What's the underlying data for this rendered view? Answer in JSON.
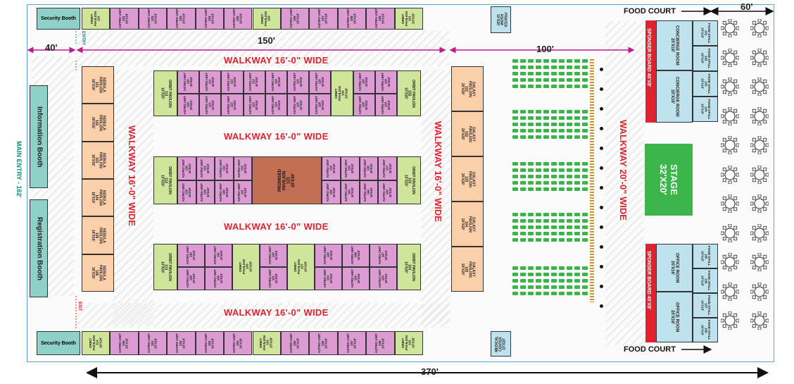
{
  "security_booth": "Security Booth",
  "information_booth": "Information Booth",
  "registration_booth": "Registration Booth",
  "main_entry": "MAIN ENTRY - 162'",
  "entry": "ENTRY",
  "exit": "EXIT",
  "prayer_room": "PRAYER\nROOM\n10'X20'",
  "medical_center": "MEDICAL\nCENTER\n10'X20'",
  "food_court": "FOOD COURT",
  "dims": {
    "d40": "40'",
    "d150": "150'",
    "d100": "100'",
    "d60": "60'",
    "d370": "370'"
  },
  "walkways": {
    "w1": "WALKWAY 16'-0\" WIDE",
    "w2": "WALKWAY 16'-0\" WIDE",
    "w3": "WALKWAY 16'-0\" WIDE",
    "w4": "WALKWAY 16'-0\" WIDE",
    "left": "WALKWAY 16'-0\" WIDE",
    "mid": "WALKWAY 16'-0\" WIDE",
    "right": "WALKWAY 20'-0\" WIDE"
  },
  "stage": "STAGE\n32'X20'",
  "sponsor_board": "SPONSER BOARD 40'X8'",
  "promised_pavilion": "PROMISED\nPAVILION\n121\n20'X30'",
  "concierge": [
    "CONCIERGE ROOM\n20'X16'",
    "CONCIERGE ROOM\n20'X16'"
  ],
  "office": [
    "OFFICE ROOM\n20'X16'",
    "OFFICE ROOM\n20'X16'"
  ],
  "food_stalls_top": [
    "FOOD STALL\n101\n10'X10'",
    "FOOD STALL\n102\n10'X10'",
    "FOOD STALL\n103\n10'X10'",
    "FOOD STALL\n104\n10'X10'"
  ],
  "food_stalls_bottom": [
    "FOOD STALL\n105\n10'X10'",
    "FOOD STALL\n106\n10'X10'",
    "FOOD STALL\n107\n10'X10'",
    "FOOD STALL\n108\n10'X10'"
  ],
  "top_row": [
    {
      "t": "ORBIT\nPAVILION\n110",
      "c": "orbit"
    },
    {
      "t": "ASTRO UNIT\n101\n10'X10'",
      "c": "astro"
    },
    {
      "t": "ASTRO UNIT\n102\n10'X10'",
      "c": "astro"
    },
    {
      "t": "ASTRO UNIT\n103\n10'X10'",
      "c": "astro"
    },
    {
      "t": "ASTRO UNIT\n104\n10'X10'",
      "c": "astro"
    },
    {
      "t": "ASTRO UNIT\n105\n10'X10'",
      "c": "astro"
    },
    {
      "t": "ORBIT\nPAVILION\n109",
      "c": "orbit"
    },
    {
      "t": "ASTRO UNIT\n106\n10'X10'",
      "c": "astro"
    },
    {
      "t": "ASTRO UNIT\n107\n10'X10'",
      "c": "astro"
    },
    {
      "t": "ASTRO UNIT\n108\n10'X10'",
      "c": "astro"
    },
    {
      "t": "ASTRO UNIT\n109\n10'X10'",
      "c": "astro"
    },
    {
      "t": "ORBIT\nPAVILION\n101\n10'X20'",
      "c": "orbit"
    }
  ],
  "bottom_row": [
    {
      "t": "ORBIT\nPAVILION\n114\n10'X20'",
      "c": "orbit"
    },
    {
      "t": "ASTRO UNIT\n150\n10'X10'",
      "c": "astro"
    },
    {
      "t": "ASTRO UNIT\n151\n10'X10'",
      "c": "astro"
    },
    {
      "t": "ASTRO UNIT\n152\n10'X10'",
      "c": "astro"
    },
    {
      "t": "ASTRO UNIT\n153\n10'X10'",
      "c": "astro"
    },
    {
      "t": "ASTRO UNIT\n154\n10'X10'",
      "c": "astro"
    },
    {
      "t": "ORBIT\nPAVILION\n109\n10'X20'",
      "c": "orbit"
    },
    {
      "t": "ASTRO UNIT\n155\n10'X10'",
      "c": "astro"
    },
    {
      "t": "ASTRO UNIT\n156\n10'X10'",
      "c": "astro"
    },
    {
      "t": "ASTRO UNIT\n157\n10'X10'",
      "c": "astro"
    },
    {
      "t": "ASTRO UNIT\n158\n10'X10'",
      "c": "astro"
    },
    {
      "t": "ORBIT\nPAVILION\n105\n10'X20'",
      "c": "orbit"
    }
  ],
  "nebula": [
    "NEBULA\nPAVILION\n101\n16'X16'",
    "NEBULA\nPAVILION\n102\n16'X16'",
    "NEBULA\nPAVILION\n103\n16'X16'",
    "NEBULA\nPAVILION\n104\n16'X16'",
    "NEBULA\nPAVILION\n105\n16'X16'",
    "NEBULA\nPAVILION\n106\n16'X16'"
  ],
  "galaxy": [
    "GALAXY\nPAVILION\n101\n20'X20'",
    "GALAXY\nPAVILION\n102\n20'X20'",
    "GALAXY\nPAVILION\n103\n20'X20'",
    "GALAXY\nPAVILION\n104\n20'X20'",
    "GALAXY\nPAVILION\n105\n20'X20'"
  ],
  "block1": {
    "left": "ORBIT PAVILION\n111\n10'X20'",
    "right": "ORBIT PAVILION\n102\n10'X20'",
    "mid": "ORBIT\nPAVILION\n106\n10'X20'",
    "top": [
      "ASTRO UNIT\n110\n10'X10'",
      "ASTRO UNIT\n111\n10'X10'",
      "ASTRO UNIT\n112\n10'X10'",
      "ASTRO UNIT\n113\n10'X10'",
      "ASTRO UNIT\n114\n10'X10'",
      "ASTRO UNIT\n115\n10'X10'",
      "ASTRO UNIT\n116\n10'X10'",
      "ASTRO UNIT\n117\n10'X10'",
      "ASTRO UNIT\n118\n10'X10'",
      "ASTRO UNIT\n119\n10'X10'"
    ],
    "bot": [
      "ASTRO UNIT\n120\n10'X10'",
      "ASTRO UNIT\n121\n10'X10'",
      "ASTRO UNIT\n122\n10'X10'",
      "ASTRO UNIT\n123\n10'X10'",
      "ASTRO UNIT\n124\n10'X10'",
      "ASTRO UNIT\n125\n10'X10'",
      "ASTRO UNIT\n126\n10'X10'",
      "ASTRO UNIT\n127\n10'X10'",
      "ASTRO UNIT\n128\n10'X10'",
      "ASTRO UNIT\n129\n10'X10'"
    ]
  },
  "block2": {
    "left": "ORBIT PAVILION\n112\n10'X20'",
    "right": "ORBIT PAVILION\n103\n10'X20'",
    "top": [
      "ASTRO UNIT\n130\n10'X10'",
      "ASTRO UNIT\n131\n10'X10'",
      "ASTRO UNIT\n132\n10'X10'",
      "ASTRO UNIT\n133\n10'X10'",
      "ASTRO UNIT\n134\n10'X10'",
      "ASTRO UNIT\n135\n10'X10'",
      "ASTRO UNIT\n136\n10'X10'",
      "ASTRO UNIT\n137\n10'X10'"
    ],
    "bot": [
      "ASTRO UNIT\n138\n10'X10'",
      "ASTRO UNIT\n139\n10'X10'",
      "ASTRO UNIT\n140\n10'X10'",
      "ASTRO UNIT\n141\n10'X10'",
      "ASTRO UNIT\n142\n10'X10'",
      "ASTRO UNIT\n143\n10'X10'",
      "ASTRO UNIT\n144\n10'X10'",
      "ASTRO UNIT\n145\n10'X10'"
    ]
  },
  "block3": {
    "left": "ORBIT PAVILION\n113\n10'X20'",
    "right": "ORBIT PAVILION\n104\n10'X20'",
    "mid": "ORBIT\nPAVILION\n108\n10'X20'",
    "mid2": "ORBIT\nPAVILION\n107\n10'X20'",
    "top": [
      "ASTRO UNIT\n140\n10'X10'",
      "ASTRO UNIT\n141\n10'X10'",
      "ASTRO UNIT\n142\n10'X10'",
      "ASTRO UNIT\n143\n10'X10'",
      "ASTRO UNIT\n144\n10'X10'",
      "ASTRO UNIT\n145\n10'X10'",
      "ASTRO UNIT\n146\n10'X10'",
      "ASTRO UNIT\n147\n10'X10'"
    ],
    "bot": [
      "ASTRO UNIT\n148\n10'X10'",
      "ASTRO UNIT\n149\n10'X10'",
      "ASTRO UNIT\n150\n10'X10'",
      "ASTRO UNIT\n151\n10'X10'",
      "ASTRO UNIT\n152\n10'X10'",
      "ASTRO UNIT\n153\n10'X10'",
      "ASTRO UNIT\n154\n10'X10'",
      "ASTRO UNIT\n155\n10'X10'"
    ]
  }
}
